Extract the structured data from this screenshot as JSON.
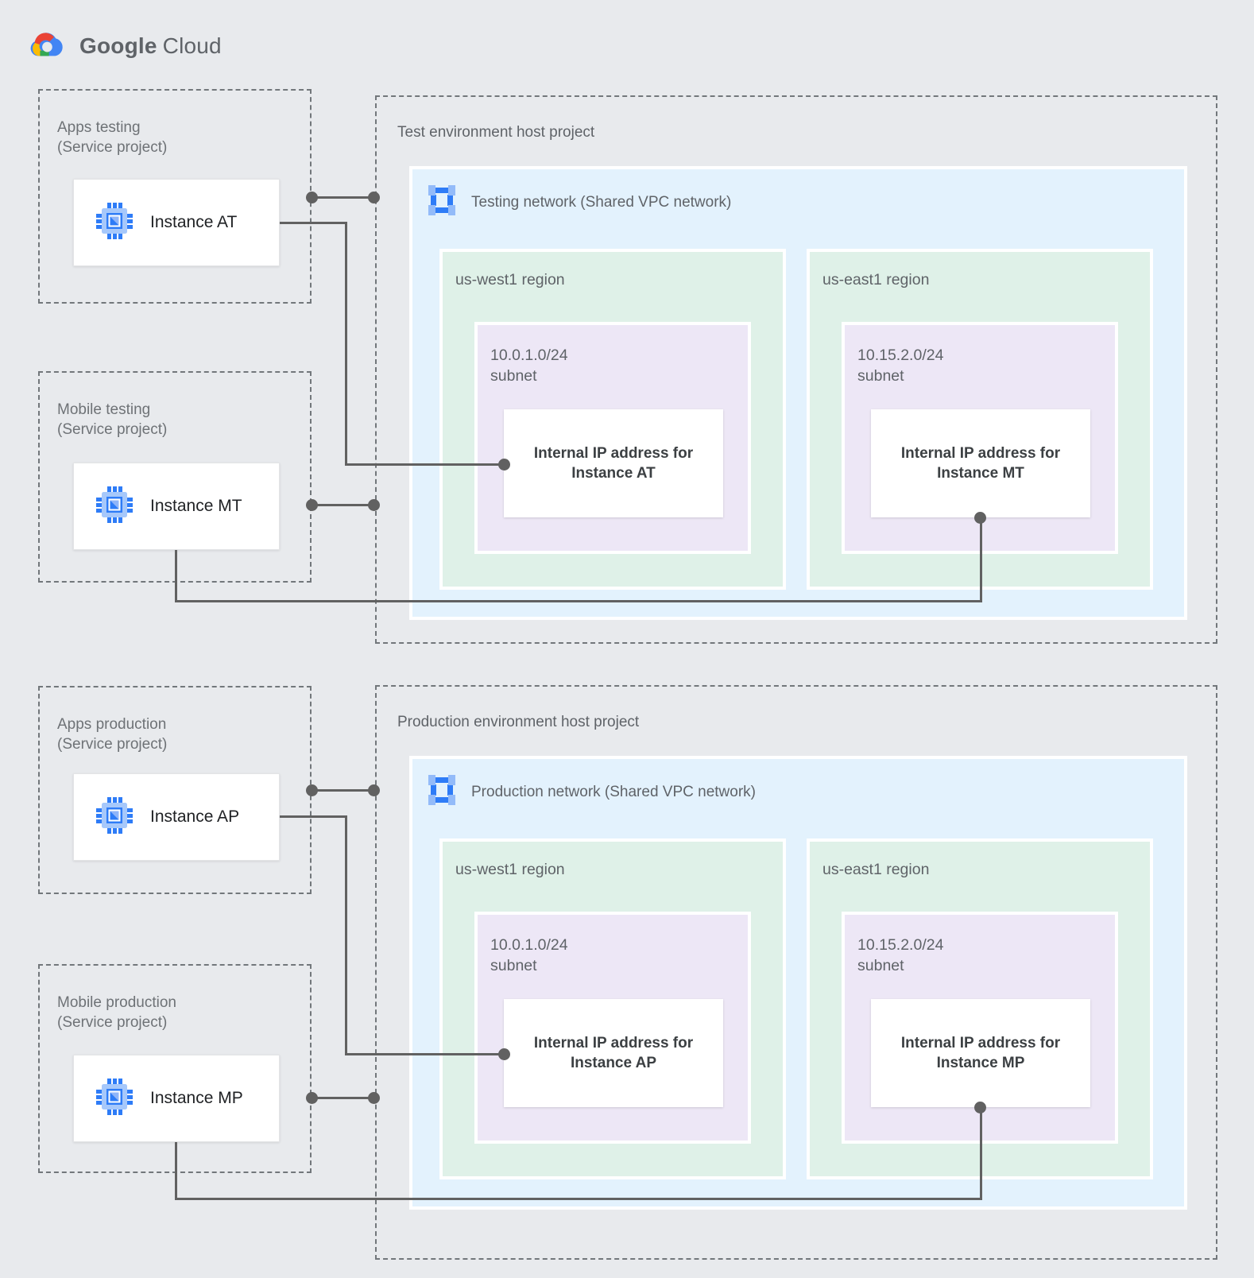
{
  "logo": {
    "brand": "Google",
    "product": "Cloud"
  },
  "palette": {
    "page_bg": "#E8EAED",
    "network_bg": "#E3F2FD",
    "region_bg": "#DFF1E8",
    "subnet_bg": "#EDE7F6",
    "connector": "#616161",
    "dashed_border": "#72777B",
    "icon_blue_dark": "#2E7CF7",
    "icon_blue_light": "#A6C8FB",
    "logo_red": "#EA4335",
    "logo_blue": "#4285F4",
    "logo_yellow": "#FBBC04",
    "logo_green": "#34A853"
  },
  "test": {
    "service_projects": [
      {
        "name": "Apps testing",
        "sub": "(Service project)",
        "instance_label": "Instance AT"
      },
      {
        "name": "Mobile testing",
        "sub": "(Service project)",
        "instance_label": "Instance MT"
      }
    ],
    "host_title": "Test environment host project",
    "network_label": "Testing network (Shared VPC network)",
    "regions": [
      {
        "name": "us-west1 region",
        "cidr": "10.0.1.0/24",
        "subnet_word": "subnet",
        "ip1": "Internal IP address for",
        "ip2": "Instance AT"
      },
      {
        "name": "us-east1 region",
        "cidr": "10.15.2.0/24",
        "subnet_word": "subnet",
        "ip1": "Internal IP address for",
        "ip2": "Instance MT"
      }
    ]
  },
  "prod": {
    "service_projects": [
      {
        "name": "Apps production",
        "sub": "(Service project)",
        "instance_label": "Instance AP"
      },
      {
        "name": "Mobile production",
        "sub": "(Service project)",
        "instance_label": "Instance MP"
      }
    ],
    "host_title": "Production environment host project",
    "network_label": "Production network (Shared VPC network)",
    "regions": [
      {
        "name": "us-west1 region",
        "cidr": "10.0.1.0/24",
        "subnet_word": "subnet",
        "ip1": "Internal IP address for",
        "ip2": "Instance AP"
      },
      {
        "name": "us-east1 region",
        "cidr": "10.15.2.0/24",
        "subnet_word": "subnet",
        "ip1": "Internal IP address for",
        "ip2": "Instance MP"
      }
    ]
  }
}
